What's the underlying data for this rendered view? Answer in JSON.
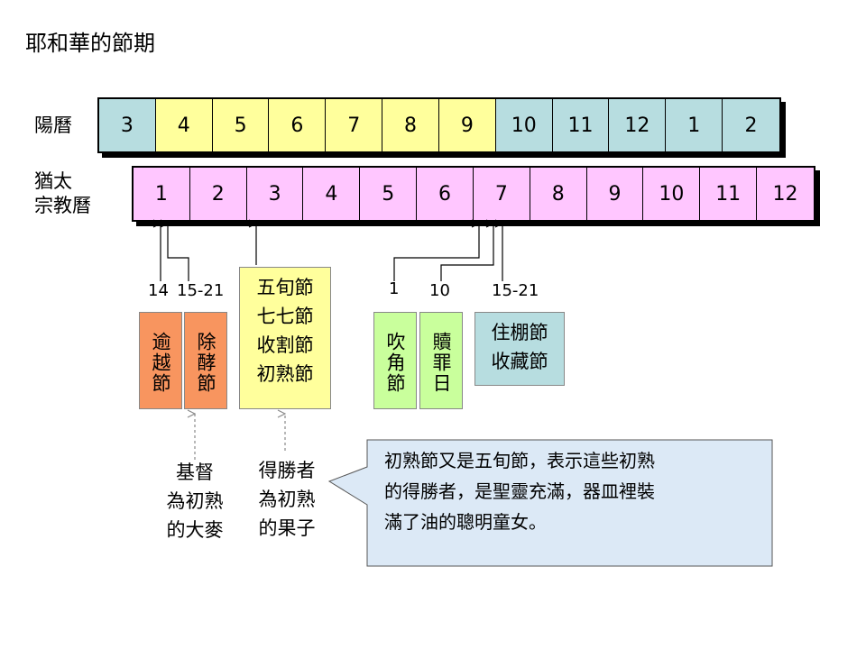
{
  "title": "耶和華的節期",
  "solar": {
    "label": "陽曆",
    "months": [
      "3",
      "4",
      "5",
      "6",
      "7",
      "8",
      "9",
      "10",
      "11",
      "12",
      "1",
      "2"
    ],
    "colors": [
      "#b7dde0",
      "#ffff9c",
      "#ffff9c",
      "#ffff9c",
      "#ffff9c",
      "#ffff9c",
      "#ffff9c",
      "#b7dde0",
      "#b7dde0",
      "#b7dde0",
      "#b7dde0",
      "#b7dde0"
    ]
  },
  "jewish": {
    "label_line1": "猶太",
    "label_line2": "宗教曆",
    "months": [
      "1",
      "2",
      "3",
      "4",
      "5",
      "6",
      "7",
      "8",
      "9",
      "10",
      "11",
      "12"
    ],
    "color": "#ffc6ff"
  },
  "dates": {
    "passover": "14",
    "unleavened": "15-21",
    "trumpets": "1",
    "atonement": "10",
    "tabernacles": "15-21"
  },
  "feasts": {
    "passover": "逾越節",
    "unleavened": "除酵節",
    "pentecost": [
      "五旬節",
      "七七節",
      "收割節",
      "初熟節"
    ],
    "trumpets": "吹角節",
    "atonement": "贖罪日",
    "tabernacles": [
      "住棚節",
      "收藏節"
    ]
  },
  "captions": {
    "christ": [
      "基督",
      "為初熟",
      "的大麥"
    ],
    "overcomers": [
      "得勝者",
      "為初熟",
      "的果子"
    ]
  },
  "callout": [
    "初熟節又是五旬節，表示這些初熟",
    "的得勝者，是聖靈充滿，器皿裡裝",
    "滿了油的聰明童女。"
  ],
  "colors": {
    "orange": "#f8955f",
    "yellow": "#ffff9c",
    "green": "#c9ff9c",
    "teal": "#b7dde0",
    "callout_bg": "#dce9f6"
  }
}
